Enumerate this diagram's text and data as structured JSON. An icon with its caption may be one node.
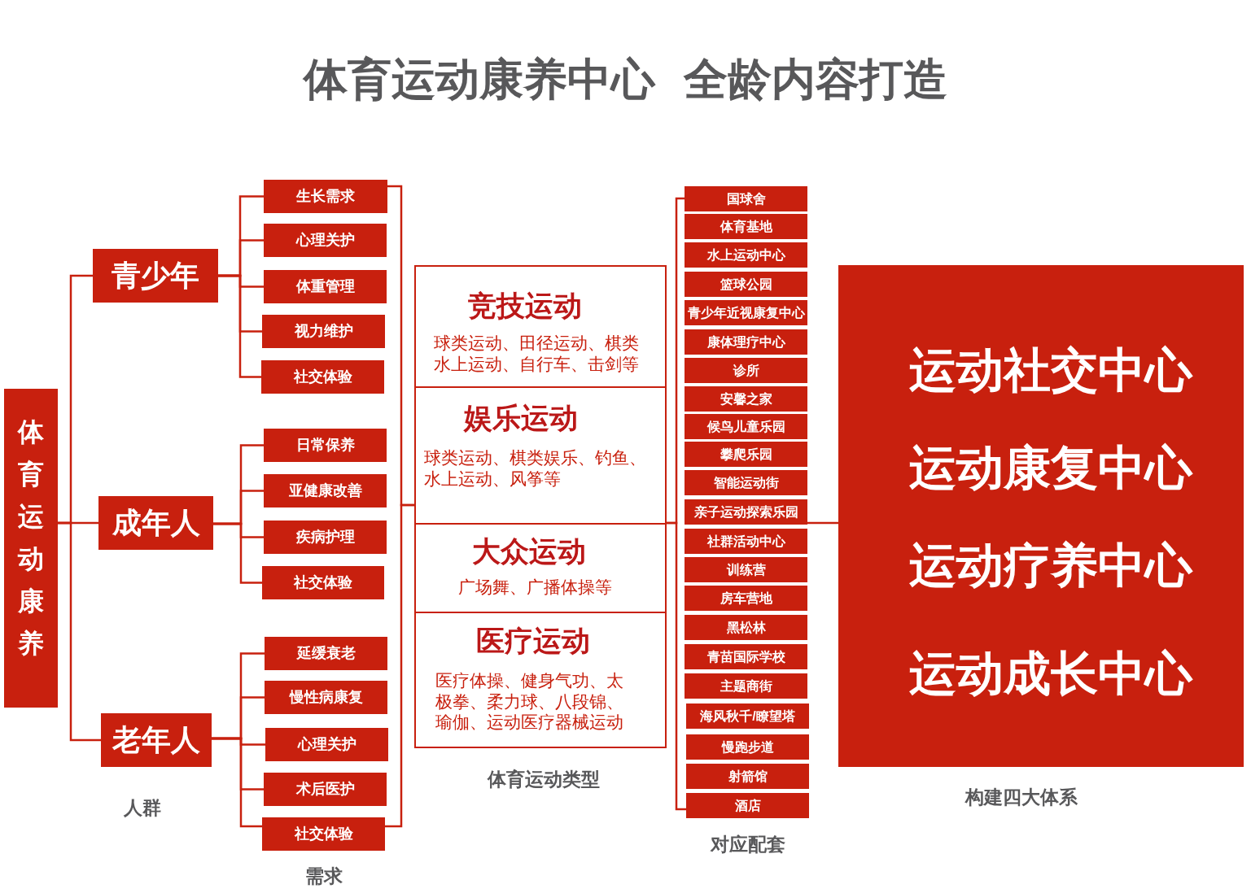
{
  "diagram": {
    "title": "体育运动康养中心 全龄内容打造",
    "nodes": [
      {
        "text": [
          "体育运动康养"
        ]
      },
      {
        "text": [
          "青少年"
        ]
      },
      {
        "text": [
          "成年人"
        ]
      },
      {
        "text": [
          "老年人"
        ]
      },
      {
        "text": [
          "生长需求"
        ]
      },
      {
        "text": [
          "心理关护"
        ]
      },
      {
        "text": [
          "体重管理"
        ]
      },
      {
        "text": [
          "视力维护"
        ]
      },
      {
        "text": [
          "社交体验"
        ]
      },
      {
        "text": [
          "日常保养"
        ]
      },
      {
        "text": [
          "亚健康改善"
        ]
      },
      {
        "text": [
          "疾病护理"
        ]
      },
      {
        "text": [
          "社交体验"
        ]
      },
      {
        "text": [
          "延缓衰老"
        ]
      },
      {
        "text": [
          "慢性病康复"
        ]
      },
      {
        "text": [
          "心理关护"
        ]
      },
      {
        "text": [
          "术后医护"
        ]
      },
      {
        "text": [
          "社交体验"
        ]
      },
      {
        "text": [],
        "shape": "box"
      },
      {
        "text": [
          "竞技运动",
          "球类运动、田径运动、棋类水上运动、自行车、击剑等"
        ],
        "in": 18
      },
      {
        "text": [
          "娱乐运动",
          "球类运动、棋类娱乐、钓鱼、水上运动、风筝等"
        ],
        "in": 18
      },
      {
        "text": [
          "大众运动",
          "广场舞、广播体操等"
        ],
        "in": 18
      },
      {
        "text": [
          "医疗运动",
          "医疗体操、健身气功、太极拳、柔力球、八段锦、瑜伽、运动医疗器械运动"
        ],
        "in": 18
      },
      {
        "text": [
          "国球舍"
        ]
      },
      {
        "text": [
          "体育基地"
        ]
      },
      {
        "text": [
          "水上运动中心"
        ]
      },
      {
        "text": [
          "篮球公园"
        ]
      },
      {
        "text": [
          "青少年近视康复中心"
        ]
      },
      {
        "text": [
          "康体理疗中心"
        ]
      },
      {
        "text": [
          "诊所"
        ]
      },
      {
        "text": [
          "安馨之家"
        ]
      },
      {
        "text": [
          "候鸟儿童乐园"
        ]
      },
      {
        "text": [
          "攀爬乐园"
        ]
      },
      {
        "text": [
          "智能运动街"
        ]
      },
      {
        "text": [
          "亲子运动探索乐园"
        ]
      },
      {
        "text": [
          "社群活动中心"
        ]
      },
      {
        "text": [
          "训练营"
        ]
      },
      {
        "text": [
          "房车营地"
        ]
      },
      {
        "text": [
          "黑松林"
        ]
      },
      {
        "text": [
          "青苗国际学校"
        ]
      },
      {
        "text": [
          "主题商街"
        ]
      },
      {
        "text": [
          "海风秋千/瞭望塔"
        ]
      },
      {
        "text": [
          "慢跑步道"
        ]
      },
      {
        "text": [
          "射箭馆"
        ]
      },
      {
        "text": [
          "酒店"
        ]
      },
      {
        "text": [
          "运动社交中心",
          "运动康复中心",
          "运动疗养中心",
          "运动成长中心"
        ]
      }
    ],
    "edges": [
      {
        "from": 0,
        "to": 1,
        "arrow": "none"
      },
      {
        "from": 0,
        "to": 2,
        "arrow": "none"
      },
      {
        "from": 0,
        "to": 3,
        "arrow": "none"
      },
      {
        "from": 1,
        "to": 4,
        "arrow": "none"
      },
      {
        "from": 1,
        "to": 5,
        "arrow": "none"
      },
      {
        "from": 1,
        "to": 6,
        "arrow": "none"
      },
      {
        "from": 1,
        "to": 7,
        "arrow": "none"
      },
      {
        "from": 1,
        "to": 8,
        "arrow": "none"
      },
      {
        "from": 2,
        "to": 9,
        "arrow": "none"
      },
      {
        "from": 2,
        "to": 10,
        "arrow": "none"
      },
      {
        "from": 2,
        "to": 11,
        "arrow": "none"
      },
      {
        "from": 2,
        "to": 12,
        "arrow": "none"
      },
      {
        "from": 3,
        "to": 13,
        "arrow": "none"
      },
      {
        "from": 3,
        "to": 14,
        "arrow": "none"
      },
      {
        "from": 3,
        "to": 15,
        "arrow": "none"
      },
      {
        "from": 3,
        "to": 16,
        "arrow": "none"
      },
      {
        "from": 3,
        "to": 17,
        "arrow": "none"
      },
      {
        "from": 4,
        "to": 18,
        "arrow": "none"
      },
      {
        "from": 17,
        "to": 18,
        "arrow": "none"
      },
      {
        "from": 18,
        "to": 23,
        "arrow": "none"
      },
      {
        "from": 18,
        "to": 44,
        "arrow": "none"
      },
      {
        "from": 34,
        "to": 45,
        "arrow": "none"
      }
    ],
    "labels": [
      "人群",
      "需求",
      "体育运动类型",
      "对应配套",
      "构建四大体系"
    ]
  }
}
